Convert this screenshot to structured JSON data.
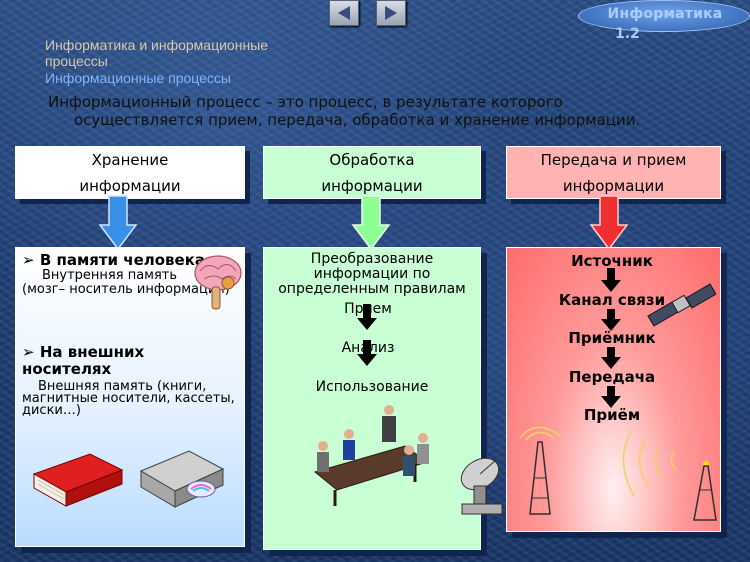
{
  "nav": {
    "prev_icon": "triangle-left-icon",
    "next_icon": "triangle-right-icon"
  },
  "logo": {
    "title": "Информатика",
    "number": "1.2"
  },
  "breadcrumb": {
    "line1": "Информатика и информационные",
    "line2": "процессы",
    "line3": "Информационные процессы"
  },
  "definition": {
    "line1": "Информационный процесс – это процесс, в результате которого",
    "line2": "осуществляется прием, передача, обработка и хранение информации."
  },
  "columns": {
    "storage": {
      "header_line1": "Хранение",
      "header_line2": "информации",
      "color": "#ffffff",
      "item1_title": "В памяти человека",
      "item1_sub1": "Внутренняя память",
      "item1_sub2": "(мозг– носитель информации)",
      "item2_title_line1": "На внешних",
      "item2_title_line2": "носителях",
      "item2_sub1": "Внешняя память (книги,",
      "item2_sub2": "магнитные носители, кассеты,",
      "item2_sub3": "диски…)"
    },
    "processing": {
      "header_line1": "Обработка",
      "header_line2": "информации",
      "color": "#c8ffd4",
      "desc_line1": "Преобразование",
      "desc_line2": "информации по",
      "desc_line3": "определенным правилам",
      "step1": "Прием",
      "step2": "Анализ",
      "step3": "Использование"
    },
    "transfer": {
      "header_line1": "Передача и прием",
      "header_line2": "информации",
      "color": "#ffb3b3",
      "step1": "Источник",
      "step2": "Канал связи",
      "step3": "Приёмник",
      "step4": "Передача",
      "step5": "Приём"
    }
  }
}
